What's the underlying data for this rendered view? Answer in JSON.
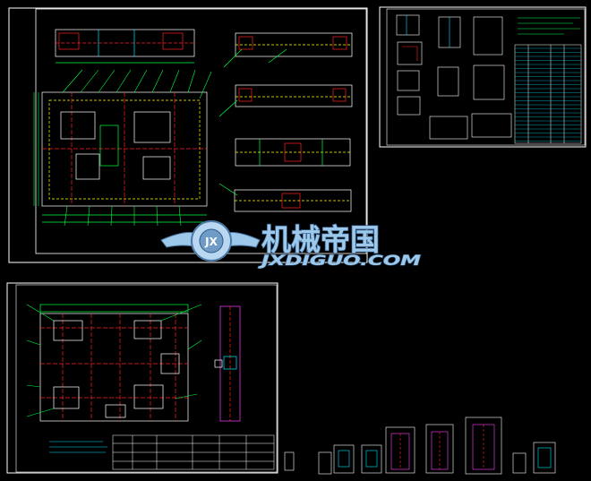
{
  "watermark": {
    "cn_text": "机械帝国",
    "en_text": "JXDIGUO.COM",
    "logo_letters": "JX"
  },
  "colors": {
    "background": "#000000",
    "frame": "#ffffff",
    "red": "#ff2020",
    "yellow": "#ffff00",
    "green": "#00ff40",
    "cyan": "#00e5ff",
    "magenta": "#ff40ff",
    "blue": "#3060ff",
    "watermark_fill": "#9ec8ea"
  },
  "sheets": [
    {
      "id": "main-assembly-drawing"
    },
    {
      "id": "parts-and-bom-sheet"
    },
    {
      "id": "plate-layout-drawing"
    },
    {
      "id": "small-part-drawings"
    }
  ]
}
